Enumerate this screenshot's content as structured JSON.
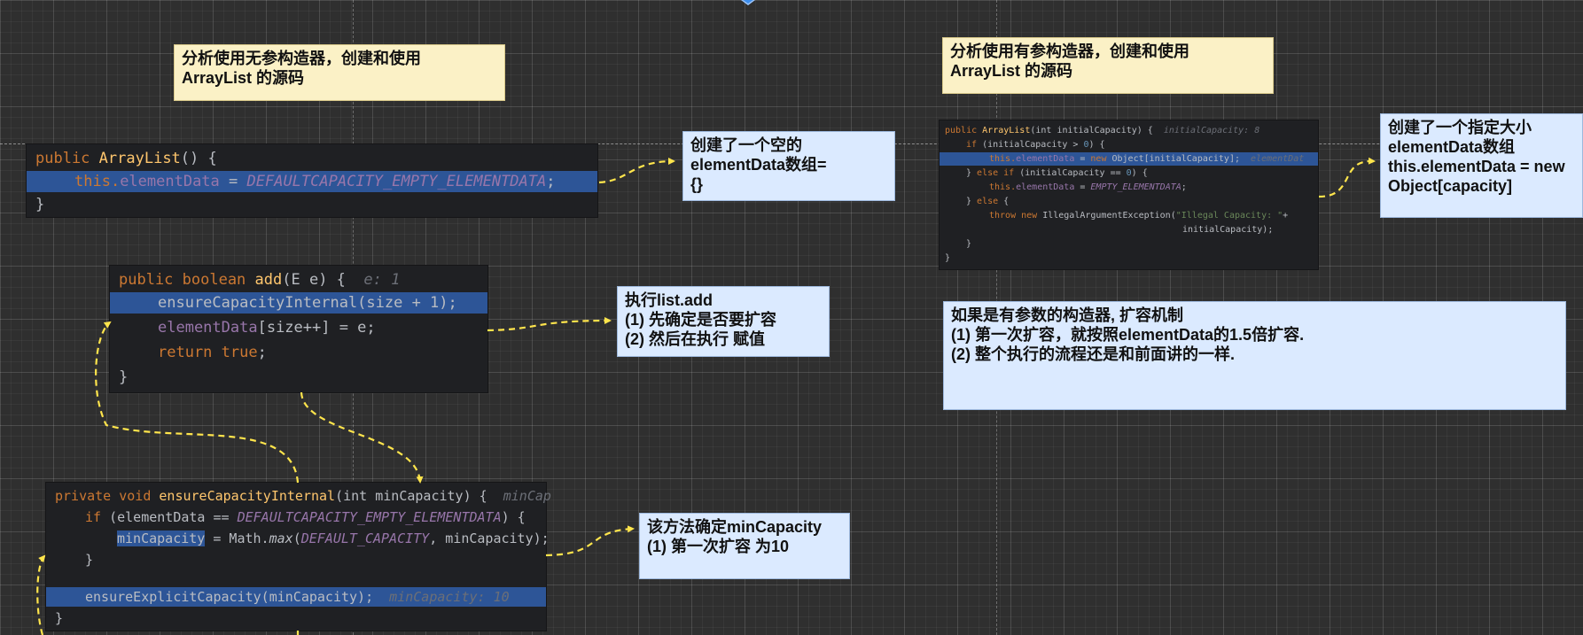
{
  "notes": {
    "left_title": [
      "分析使用无参构造器，创建和使用",
      "ArrayList 的源码"
    ],
    "right_title": [
      "分析使用有参构造器，创建和使用",
      "ArrayList 的源码"
    ],
    "empty_array": [
      "创建了一个空的",
      "elementData数组=",
      "{}"
    ],
    "list_add": [
      "执行list.add",
      "(1) 先确定是否要扩容",
      "(2) 然后在执行 赋值"
    ],
    "min_capacity": [
      "该方法确定minCapacity",
      "(1) 第一次扩容 为10"
    ],
    "specified_array": [
      "创建了一个指定大小",
      "elementData数组",
      "this.elementData = new",
      "Object[capacity]"
    ],
    "growth_mechanism": [
      "如果是有参数的构造器, 扩容机制",
      "(1) 第一次扩容，就按照elementData的1.5倍扩容.",
      "(2) 整个执行的流程还是和前面讲的一样."
    ]
  },
  "code": {
    "ctor_noarg": {
      "l1_kw": "public",
      "l1_name": "ArrayList",
      "l1_rest": "() {",
      "l2_this": "this.",
      "l2_field": "elementData",
      "l2_eq": " = ",
      "l2_const": "DEFAULTCAPACITY_EMPTY_ELEMENTDATA",
      "l2_end": ";",
      "l3": "}"
    },
    "add": {
      "l1_kw": "public boolean",
      "l1_name": "add",
      "l1_rest": "(E e) {",
      "l1_hint": "e: 1",
      "l2": "ensureCapacityInternal(size + 1);",
      "l3_field": "elementData",
      "l3_rest": "[size++] = e;",
      "l4_kw": "return true",
      "l4_end": ";",
      "l5": "}"
    },
    "ensure_internal": {
      "l1_kw": "private void",
      "l1_name": "ensureCapacityInternal",
      "l1_rest": "(int minCapacity) {",
      "l1_hint": "minCap",
      "l2_kw": "if",
      "l2_a": " (elementData == ",
      "l2_const": "DEFAULTCAPACITY_EMPTY_ELEMENTDATA",
      "l2_b": ") {",
      "l3_a": "minCapacity",
      "l3_b": " = Math.",
      "l3_fn": "max",
      "l3_c": "(",
      "l3_const": "DEFAULT_CAPACITY",
      "l3_d": ", minCapacity);",
      "l4": "}",
      "l5": "ensureExplicitCapacity(minCapacity);",
      "l5_hint": "minCapacity: 10",
      "l6": "}"
    },
    "ctor_cap": {
      "l1_kw": "public",
      "l1_name": "ArrayList",
      "l1_rest": "(int initialCapacity) {",
      "l1_hint": "initialCapacity: 8",
      "l2_kw": "if",
      "l2_rest": " (initialCapacity > ",
      "l2_num": "0",
      "l2_end": ") {",
      "l3_this": "this.",
      "l3_field": "elementData",
      "l3_a": " = ",
      "l3_kw": "new",
      "l3_b": " Object[initialCapacity];",
      "l3_hint": "elementDat",
      "l4_a": "} ",
      "l4_kw": "else if",
      "l4_b": " (initialCapacity == ",
      "l4_num": "0",
      "l4_c": ") {",
      "l5_this": "this.",
      "l5_field": "elementData",
      "l5_eq": " = ",
      "l5_const": "EMPTY_ELEMENTDATA",
      "l5_end": ";",
      "l6_a": "} ",
      "l6_kw": "else",
      "l6_b": " {",
      "l7_kw": "throw new",
      "l7_a": " IllegalArgumentException(",
      "l7_str": "\"Illegal Capacity: \"",
      "l7_b": "+",
      "l8": "initialCapacity);",
      "l9": "}",
      "l10": "}"
    }
  },
  "colors": {
    "arrow": "#ffe54c",
    "highlight": "#2d5597",
    "note_yellow": "#fbf1c6",
    "note_blue": "#dbeaff"
  }
}
